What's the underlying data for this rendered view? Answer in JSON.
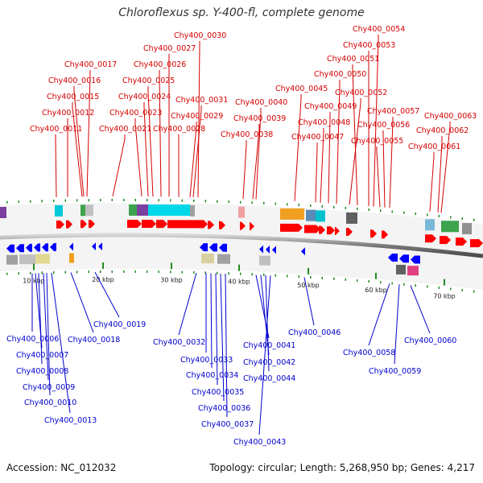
{
  "title": "Chloroflexus sp. Y-400-fl, complete genome",
  "footer": {
    "accession": "Accession: NC_012032",
    "info": "Topology: circular; Length: 5,268,950 bp; Genes: 4,217"
  },
  "colors": {
    "forward_gene": "#ff0000",
    "reverse_gene": "#0000ff",
    "forward_label": "#d40000",
    "reverse_label": "#0000cc",
    "backbone": "#8a8a8a",
    "tick": "#228b22"
  },
  "ticks": [
    "10 kbp",
    "20 kbp",
    "30 kbp",
    "40 kbp",
    "50 kbp",
    "60 kbp",
    "70 kbp"
  ],
  "forward_labels": [
    {
      "name": "Chy400_0011"
    },
    {
      "name": "Chy400_0012"
    },
    {
      "name": "Chy400_0015"
    },
    {
      "name": "Chy400_0016"
    },
    {
      "name": "Chy400_0017"
    },
    {
      "name": "Chy400_0021"
    },
    {
      "name": "Chy400_0023"
    },
    {
      "name": "Chy400_0024"
    },
    {
      "name": "Chy400_0025"
    },
    {
      "name": "Chy400_0026"
    },
    {
      "name": "Chy400_0027"
    },
    {
      "name": "Chy400_0030"
    },
    {
      "name": "Chy400_0028"
    },
    {
      "name": "Chy400_0029"
    },
    {
      "name": "Chy400_0031"
    },
    {
      "name": "Chy400_0038"
    },
    {
      "name": "Chy400_0039"
    },
    {
      "name": "Chy400_0040"
    },
    {
      "name": "Chy400_0045"
    },
    {
      "name": "Chy400_0047"
    },
    {
      "name": "Chy400_0048"
    },
    {
      "name": "Chy400_0049"
    },
    {
      "name": "Chy400_0050"
    },
    {
      "name": "Chy400_0051"
    },
    {
      "name": "Chy400_0053"
    },
    {
      "name": "Chy400_0054"
    },
    {
      "name": "Chy400_0052"
    },
    {
      "name": "Chy400_0055"
    },
    {
      "name": "Chy400_0056"
    },
    {
      "name": "Chy400_0057"
    },
    {
      "name": "Chy400_0061"
    },
    {
      "name": "Chy400_0062"
    },
    {
      "name": "Chy400_0063"
    }
  ],
  "reverse_labels": [
    {
      "name": "Chy400_0006"
    },
    {
      "name": "Chy400_0007"
    },
    {
      "name": "Chy400_0008"
    },
    {
      "name": "Chy400_0009"
    },
    {
      "name": "Chy400_0010"
    },
    {
      "name": "Chy400_0013"
    },
    {
      "name": "Chy400_0018"
    },
    {
      "name": "Chy400_0019"
    },
    {
      "name": "Chy400_0032"
    },
    {
      "name": "Chy400_0033"
    },
    {
      "name": "Chy400_0034"
    },
    {
      "name": "Chy400_0035"
    },
    {
      "name": "Chy400_0036"
    },
    {
      "name": "Chy400_0037"
    },
    {
      "name": "Chy400_0041"
    },
    {
      "name": "Chy400_0042"
    },
    {
      "name": "Chy400_0044"
    },
    {
      "name": "Chy400_0043"
    },
    {
      "name": "Chy400_0046"
    },
    {
      "name": "Chy400_0058"
    },
    {
      "name": "Chy400_0059"
    },
    {
      "name": "Chy400_0060"
    }
  ]
}
